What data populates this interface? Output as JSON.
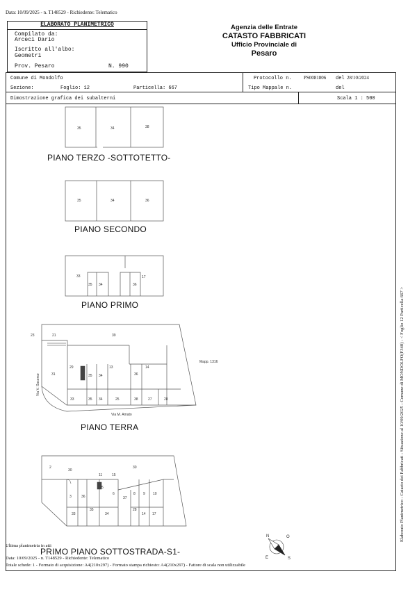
{
  "top_line": "Data: 10/09/2025 - n. T148529 - Richiedente: Telematico",
  "elaborato": {
    "title": "ELABORATO PLANIMETRICO",
    "compilato_label": "Compilato da:",
    "compilato_name": "Arceci Dario",
    "iscritto_label": "Iscritto all'albo:",
    "iscritto_value": "Geometri",
    "prov_label": "Prov. Pesaro",
    "prov_number": "N. 990"
  },
  "agency": {
    "line1": "Agenzia delle Entrate",
    "line2": "CATASTO FABBRICATI",
    "line3": "Ufficio Provinciale di",
    "line4": "Pesaro"
  },
  "info": {
    "comune": "Comune di Mondolfo",
    "sezione_label": "Sezione:",
    "foglio": "Foglio: 12",
    "particella": "Particella: 667",
    "protocollo_label": "Protocollo n.",
    "protocollo_value": "PS0081806",
    "del_label": "del",
    "del_value": "28/10/2024",
    "tipo_mappale": "Tipo Mappale n.",
    "del_label2": "del",
    "dimostrazione": "Dimostrazione grafica dei subalterni",
    "scala": "Scala 1 : 500"
  },
  "floors": [
    {
      "label": "PIANO TERZO -SOTTOTETTO-",
      "units": [
        "35",
        "34",
        "38"
      ]
    },
    {
      "label": "PIANO SECONDO",
      "units": [
        "35",
        "34",
        "36"
      ]
    },
    {
      "label": "PIANO PRIMO",
      "units": [
        "33",
        "35",
        "34",
        "36",
        "17"
      ]
    },
    {
      "label": "PIANO TERRA",
      "units": [
        "23",
        "21",
        "39",
        "29",
        "35",
        "34",
        "13",
        "36",
        "14",
        "31",
        "33",
        "35",
        "34",
        "25",
        "38",
        "27",
        "28"
      ],
      "street1": "Via V. Socorso",
      "street2": "Via M. Amato",
      "mapp": "Mapp. 1316"
    },
    {
      "label": "PRIMO PIANO SOTTOSTRADA-S1-",
      "units": [
        "2",
        "30",
        "11",
        "15",
        "5",
        "3",
        "36",
        "6",
        "37",
        "8",
        "9",
        "10",
        "33",
        "35",
        "34",
        "28",
        "14",
        "17"
      ]
    }
  ],
  "compass": {
    "n": "N",
    "o": "O",
    "e": "E",
    "s": "S"
  },
  "footer": {
    "ultima": "Ultima planimetria in atti",
    "data_line": "Data: 10/09/2025 - n. T148529 - Richiedente: Telematico",
    "totale": "Totale schede: 1 - Formato di acquisizione: A4(210x297) - Formato stampa richiesto: A4(210x297) - Fattore di scala non utilizzabile"
  },
  "side_note": "Elaborato Planimetrico - Catasto dei Fabbricati - Situazione al 10/09/2025 - Comune di MONDOLFO(F348) - < Foglio 12 Particella 667 >"
}
